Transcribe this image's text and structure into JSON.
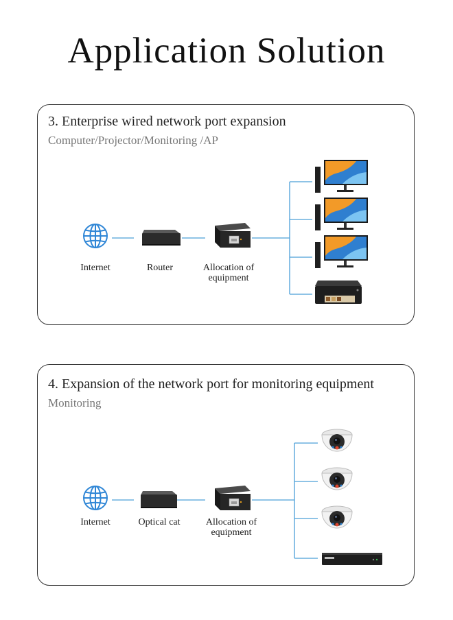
{
  "page": {
    "title": "Application Solution"
  },
  "panels": [
    {
      "title": "3. Enterprise wired network port expansion",
      "subtitle": "Computer/Projector/Monitoring /AP",
      "nodes": [
        {
          "label": "Internet",
          "icon": "globe-icon"
        },
        {
          "label": "Router",
          "icon": "router-icon"
        },
        {
          "label": "Allocation of equipment",
          "icon": "network-splitter-icon"
        }
      ],
      "endpoints": [
        {
          "icon": "desktop-computer-icon"
        },
        {
          "icon": "desktop-computer-icon"
        },
        {
          "icon": "desktop-computer-icon"
        },
        {
          "icon": "printer-icon"
        }
      ]
    },
    {
      "title": "4. Expansion of the network port for monitoring equipment",
      "subtitle": "Monitoring",
      "nodes": [
        {
          "label": "Internet",
          "icon": "globe-icon"
        },
        {
          "label": "Optical cat",
          "icon": "optical-modem-icon"
        },
        {
          "label": "Allocation of equipment",
          "icon": "network-splitter-icon"
        }
      ],
      "endpoints": [
        {
          "icon": "dome-camera-icon"
        },
        {
          "icon": "dome-camera-icon"
        },
        {
          "icon": "dome-camera-icon"
        },
        {
          "icon": "nvr-recorder-icon"
        }
      ]
    }
  ],
  "colors": {
    "connector_line": "#4a9fd8",
    "globe": "#2f86d6",
    "panel_border": "#333333",
    "subtitle_text": "#777777"
  }
}
